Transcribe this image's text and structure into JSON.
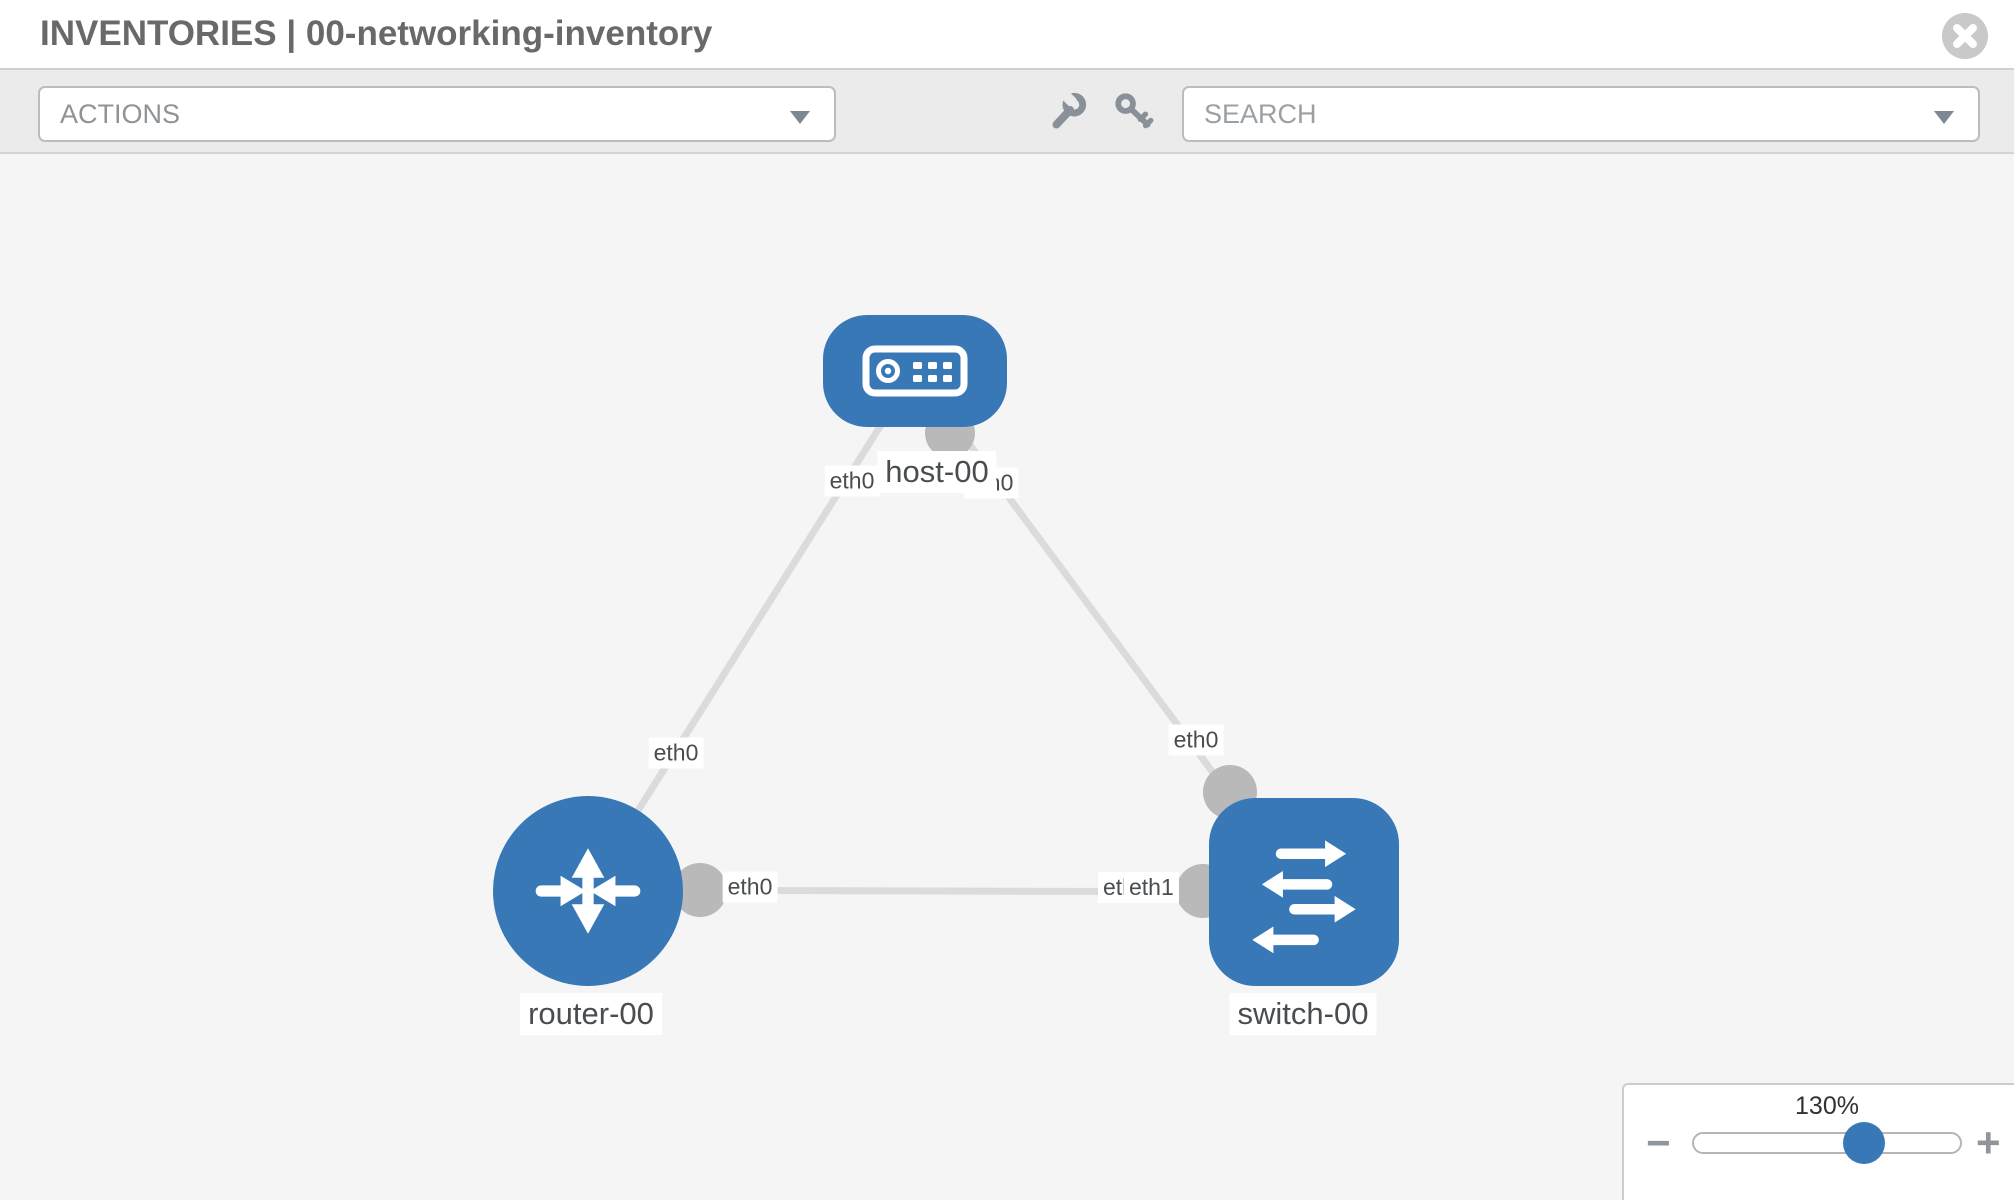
{
  "header": {
    "title": "INVENTORIES | 00-networking-inventory"
  },
  "toolbar": {
    "actions_label": "ACTIONS",
    "search_placeholder": "SEARCH"
  },
  "graph": {
    "nodes": [
      {
        "id": "host-00",
        "label": "host-00",
        "type": "host"
      },
      {
        "id": "router-00",
        "label": "router-00",
        "type": "router"
      },
      {
        "id": "switch-00",
        "label": "switch-00",
        "type": "switch"
      }
    ],
    "interfaces": {
      "host_left_port": "eth0",
      "host_right_port": "eth0",
      "host_router_mid": "eth0",
      "host_switch_mid": "eth0",
      "router_right_port": "eth0",
      "switch_left_port_back": "eth0",
      "switch_left_port_front": "eth1"
    },
    "edges": [
      {
        "from": "host-00",
        "to": "router-00"
      },
      {
        "from": "host-00",
        "to": "switch-00"
      },
      {
        "from": "router-00",
        "to": "switch-00"
      }
    ]
  },
  "zoom_control": {
    "level": "130%",
    "slider_percent": 64,
    "minus_label": "−",
    "plus_label": "+"
  },
  "colors": {
    "node_blue": "#3878b6",
    "port_gray": "#b9b9b9",
    "link_gray": "#dbdbdb",
    "accent_header_text": "#67696b"
  }
}
